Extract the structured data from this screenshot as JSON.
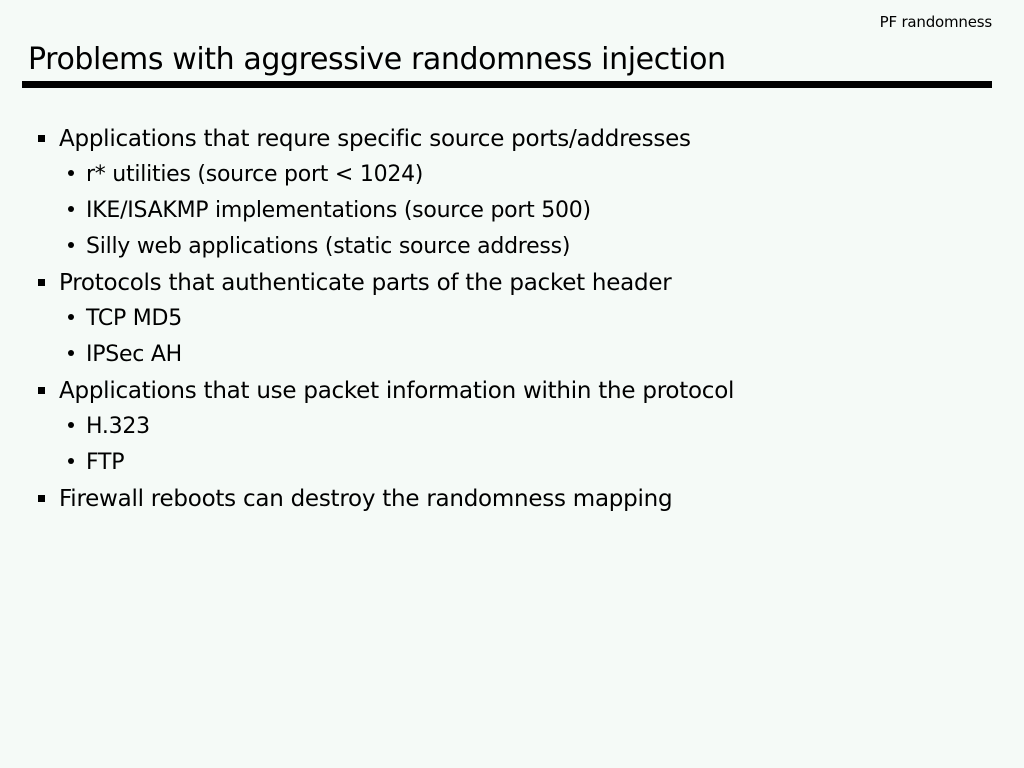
{
  "slide": {
    "header_label": "PF randomness",
    "title": "Problems with aggressive randomness injection",
    "background_color": "#f5faf7",
    "text_color": "#000000",
    "rule_color": "#000000",
    "bullets": [
      {
        "level": 1,
        "marker": "square-bullet",
        "text": "Applications that requre specific source ports/addresses"
      },
      {
        "level": 2,
        "marker": "round-bullet",
        "text": "r* utilities (source port < 1024)"
      },
      {
        "level": 2,
        "marker": "round-bullet",
        "text": "IKE/ISAKMP implementations (source port 500)"
      },
      {
        "level": 2,
        "marker": "round-bullet",
        "text": "Silly web applications (static source address)"
      },
      {
        "level": 1,
        "marker": "square-bullet",
        "text": "Protocols that authenticate parts of the packet header"
      },
      {
        "level": 2,
        "marker": "round-bullet",
        "text": "TCP MD5"
      },
      {
        "level": 2,
        "marker": "round-bullet",
        "text": "IPSec AH"
      },
      {
        "level": 1,
        "marker": "square-bullet",
        "text": "Applications that use packet information within the protocol"
      },
      {
        "level": 2,
        "marker": "round-bullet",
        "text": "H.323"
      },
      {
        "level": 2,
        "marker": "round-bullet",
        "text": "FTP"
      },
      {
        "level": 1,
        "marker": "square-bullet",
        "text": "Firewall reboots can destroy the randomness mapping"
      }
    ]
  }
}
